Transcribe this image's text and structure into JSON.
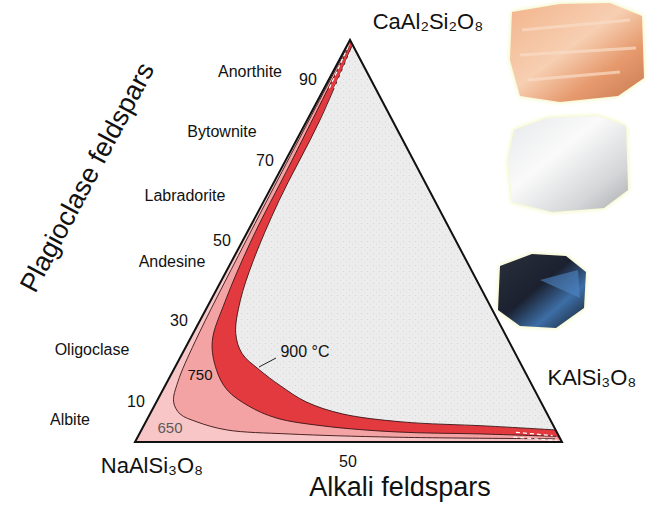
{
  "diagram": {
    "labels": [
      "CaAl₂Si₂O₈",
      "Plagioclase feldspars",
      "Anorthite",
      "90",
      "Bytownite",
      "70",
      "Labradorite",
      "50",
      "Andesine",
      "30",
      "Oligoclase",
      "10",
      "Albite",
      "NaAlSi₃O₈",
      "650",
      "750",
      "900 °C",
      "KAlSi₃O₈",
      "50",
      "Alkali feldspars"
    ]
  }
}
